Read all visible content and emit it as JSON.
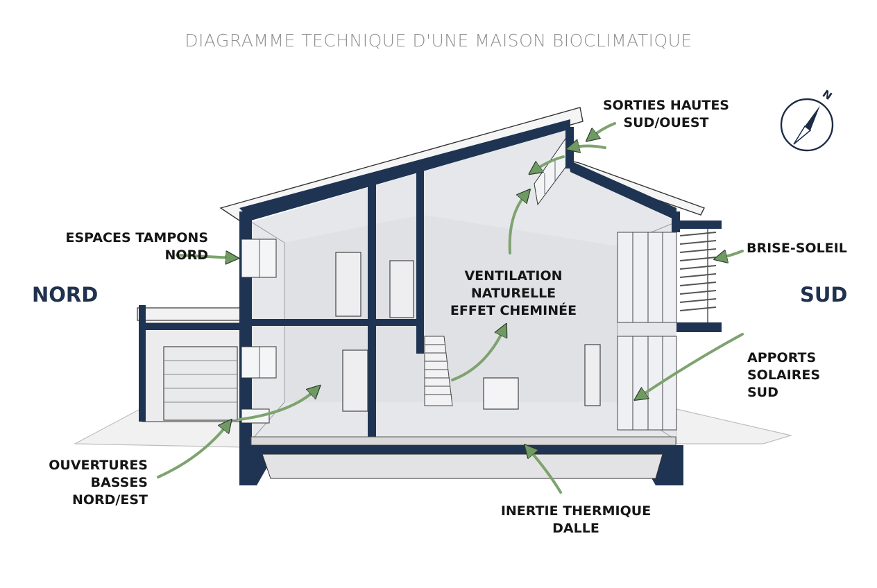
{
  "title": "DIAGRAMME TECHNIQUE D'UNE MAISON BIOCLIMATIQUE",
  "directions": {
    "north": "NORD",
    "south": "SUD"
  },
  "compass": {
    "north_letter": "N"
  },
  "labels": {
    "sorties_hautes": "SORTIES HAUTES\nSUD/OUEST",
    "espaces_tampons": "ESPACES TAMPONS\nNORD",
    "ventilation": "VENTILATION\nNATURELLE\nEFFET CHEMINÉE",
    "brise_soleil": "BRISE-SOLEIL",
    "apports_solaires": "APPORTS\nSOLAIRES\nSUD",
    "ouvertures_basses": "OUVERTURES\nBASSES\nNORD/EST",
    "inertie": "INERTIE THERMIQUE\nDALLE"
  },
  "colors": {
    "structure": "#1f3453",
    "interior": "#e6e7ea",
    "arrow": "#7ea36f",
    "ground": "#f0f0f0"
  },
  "icons": [
    "compass-icon"
  ]
}
